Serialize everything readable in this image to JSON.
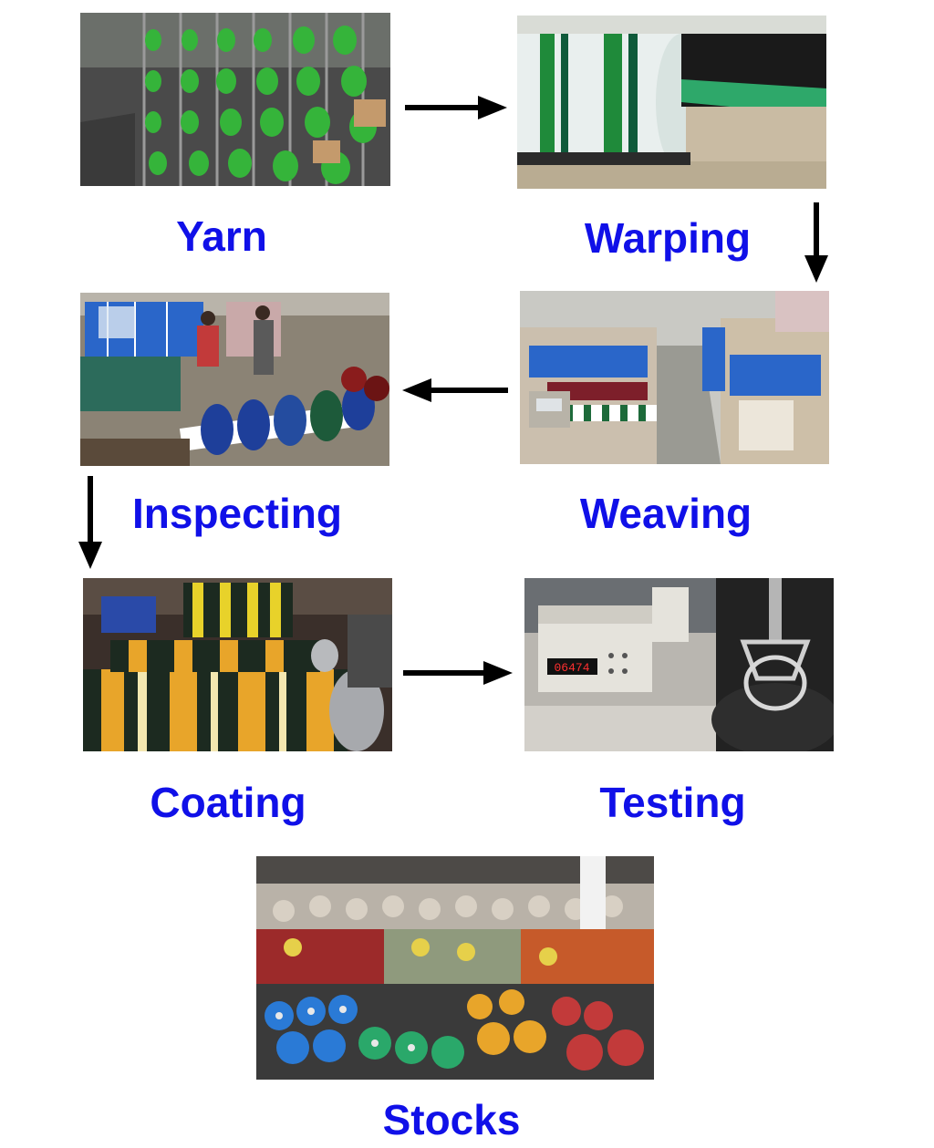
{
  "steps": {
    "yarn": {
      "label": "Yarn",
      "photo": "yarn-creel-photo"
    },
    "warping": {
      "label": "Warping",
      "photo": "warping-machine-photo"
    },
    "weaving": {
      "label": "Weaving",
      "photo": "weaving-loom-photo"
    },
    "inspecting": {
      "label": "Inspecting",
      "photo": "inspecting-table-photo"
    },
    "coating": {
      "label": "Coating",
      "photo": "coating-rollers-photo"
    },
    "testing": {
      "label": "Testing",
      "photo": "testing-instrument-photo"
    },
    "stocks": {
      "label": "Stocks",
      "photo": "stocks-warehouse-photo"
    }
  },
  "colors": {
    "label": "#1010e8",
    "arrow": "#000000",
    "background": "#ffffff"
  }
}
